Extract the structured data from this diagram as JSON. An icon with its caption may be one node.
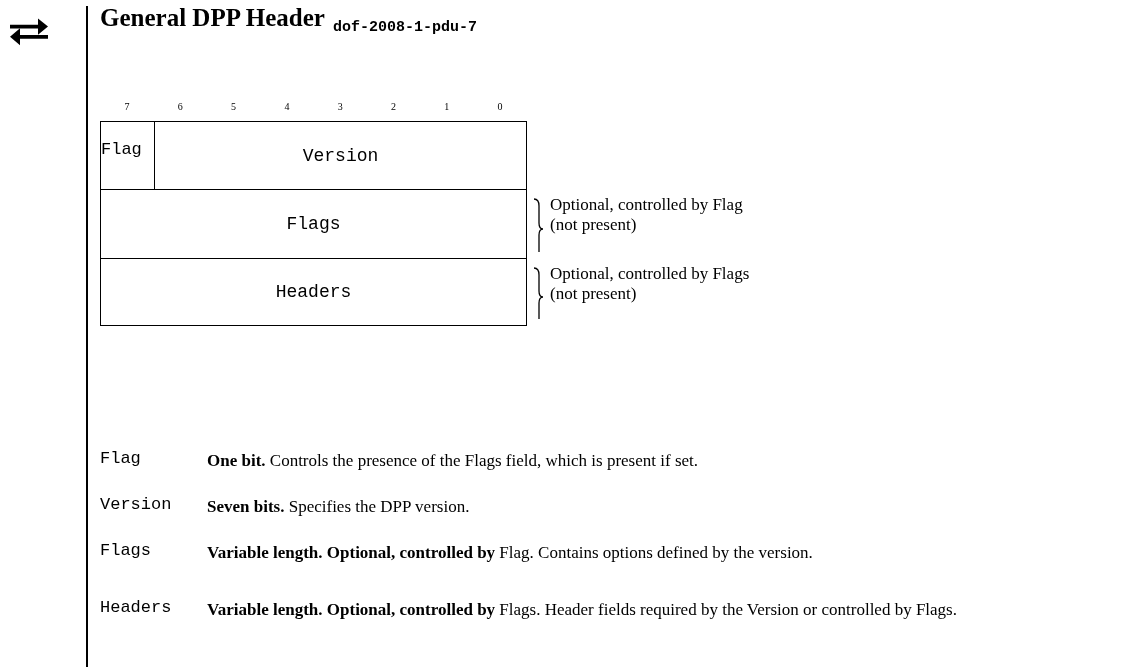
{
  "diagram": {
    "title": "General DPP Header",
    "nodes": [
      {
        "text": [
          "Flag"
        ]
      },
      {
        "text": [
          "Version"
        ]
      },
      {
        "text": [
          "Flags"
        ],
        "beside": [
          "Optional, controlled by Flag (not present)"
        ]
      },
      {
        "text": [
          "Headers"
        ],
        "beside": [
          "Optional, controlled by Flags (not present)"
        ]
      }
    ],
    "labels": [
      "dof-2008-1-pdu-7",
      "7",
      "6",
      "5",
      "4",
      "3",
      "2",
      "1",
      "0",
      "Flag",
      "**One bit.** Controls the presence of the Flags field, which is present if set.",
      "Version",
      "**Seven bits.** Specifies the DPP version.",
      "Flags",
      "**Variable length. Optional, controlled by** Flag. Contains options defined by the version.",
      "Headers",
      "**Variable length. Optional, controlled by** Flags. Header fields required by the Version or controlled by Flags."
    ]
  }
}
